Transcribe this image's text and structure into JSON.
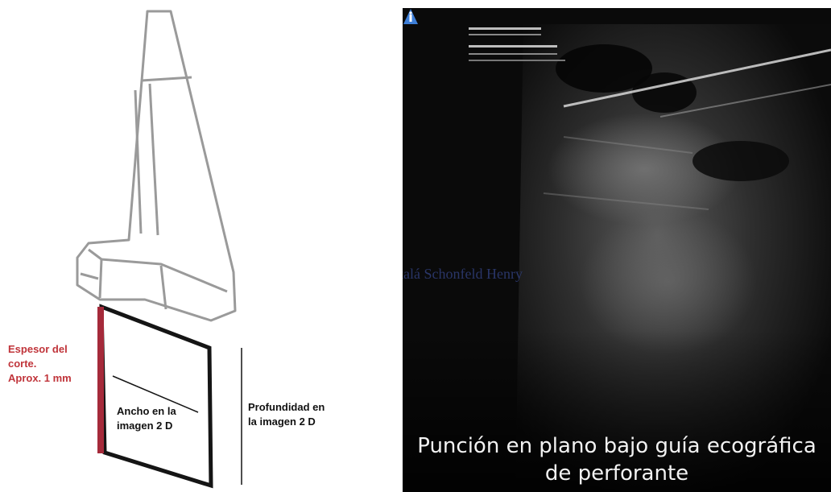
{
  "diagram": {
    "label_slice_thickness": [
      "Espesor del",
      "corte.",
      "Aprox. 1 mm"
    ],
    "label_width": [
      "Ancho en la",
      "imagen 2 D"
    ],
    "label_depth": [
      "Profundidad en",
      "la imagen 2 D"
    ],
    "colors": {
      "probe_outline": "#9a9a9a",
      "plane_edge": "#1a1a1a",
      "slice_edge": "#a52a3a",
      "label_red": "#c0343a"
    }
  },
  "ultrasound": {
    "watermark": "talá Schonfeld Henry",
    "caption_line1": "Punción en plano bajo guía ecográfica",
    "caption_line2": "de perforante",
    "marker_icon": "orientation-marker-icon"
  }
}
